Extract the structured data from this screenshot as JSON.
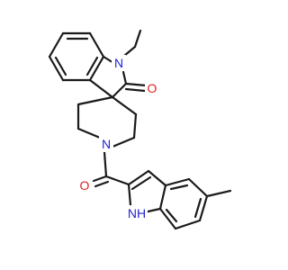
{
  "diagram": {
    "type": "chemical-structure",
    "colors": {
      "bond": "#1a1a1a",
      "nitrogen": "#1f1fd1",
      "oxygen": "#e0201e",
      "background": "#ffffff"
    },
    "labels": {
      "n_methyl": "N",
      "o_lactam": "O",
      "n_piperidine": "N",
      "o_amide": "O",
      "nh_indole": "NH"
    }
  }
}
